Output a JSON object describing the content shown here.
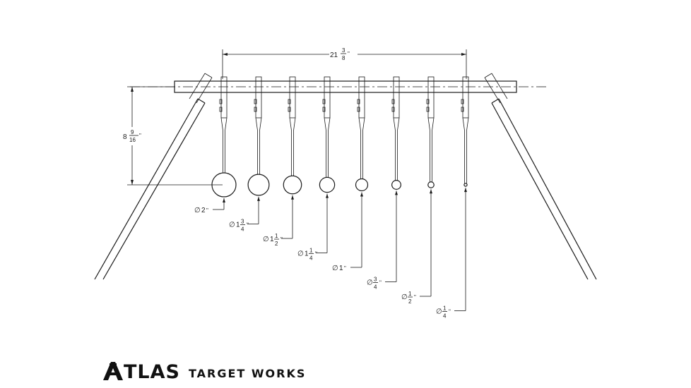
{
  "drawing": {
    "overall_width": {
      "whole": "21",
      "num": "3",
      "den": "8",
      "unit": "\""
    },
    "overall_height": {
      "whole": "8",
      "num": "9",
      "den": "16",
      "unit": "\""
    },
    "diameter_symbol": "∅",
    "targets": [
      {
        "whole": "2",
        "num": "",
        "den": "",
        "unit": "\""
      },
      {
        "whole": "1",
        "num": "3",
        "den": "4",
        "unit": "\""
      },
      {
        "whole": "1",
        "num": "1",
        "den": "2",
        "unit": "\""
      },
      {
        "whole": "1",
        "num": "1",
        "den": "4",
        "unit": "\""
      },
      {
        "whole": "1",
        "num": "",
        "den": "",
        "unit": "\""
      },
      {
        "whole": "",
        "num": "3",
        "den": "4",
        "unit": "\""
      },
      {
        "whole": "",
        "num": "1",
        "den": "2",
        "unit": "\""
      },
      {
        "whole": "",
        "num": "1",
        "den": "4",
        "unit": "\""
      }
    ]
  },
  "brand": {
    "name": "TLAS",
    "tagline": "TARGET WORKS"
  }
}
